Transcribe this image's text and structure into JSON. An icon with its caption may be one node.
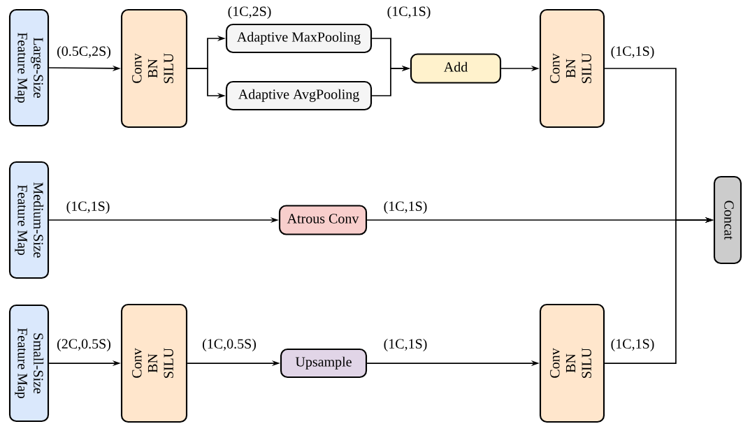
{
  "diagram": {
    "nodes": [
      {
        "text": [
          "Large-Size",
          "Feature Map"
        ]
      },
      {
        "text": [
          "Conv",
          "BN",
          "SILU"
        ]
      },
      {
        "text": [
          "Adaptive MaxPooling"
        ]
      },
      {
        "text": [
          "Adaptive AvgPooling"
        ]
      },
      {
        "text": [
          "Add"
        ]
      },
      {
        "text": [
          "Conv",
          "BN",
          "SILU"
        ]
      },
      {
        "text": [
          "Medium-Size",
          "Feature Map"
        ]
      },
      {
        "text": [
          "Atrous Conv"
        ]
      },
      {
        "text": [
          "Concat"
        ]
      },
      {
        "text": [
          "Small-Size",
          "Feature Map"
        ]
      },
      {
        "text": [
          "Conv",
          "BN",
          "SILU"
        ]
      },
      {
        "text": [
          "Upsample"
        ]
      },
      {
        "text": [
          "Conv",
          "BN",
          "SILU"
        ]
      }
    ],
    "edges": [
      {
        "from": 0,
        "to": 1,
        "arrow": "to",
        "label": "(0.5C,2S)"
      },
      {
        "from": 1,
        "to": 2,
        "arrow": "to",
        "label": "(1C,2S)"
      },
      {
        "from": 1,
        "to": 3,
        "arrow": "to"
      },
      {
        "from": 2,
        "to": 4,
        "arrow": "to",
        "label": "(1C,1S)"
      },
      {
        "from": 3,
        "to": 4,
        "arrow": "to"
      },
      {
        "from": 4,
        "to": 5,
        "arrow": "to"
      },
      {
        "from": 5,
        "to": 8,
        "arrow": "to",
        "label": "(1C,1S)"
      },
      {
        "from": 6,
        "to": 7,
        "arrow": "to",
        "label": "(1C,1S)"
      },
      {
        "from": 7,
        "to": 8,
        "arrow": "to",
        "label": "(1C,1S)"
      },
      {
        "from": 9,
        "to": 10,
        "arrow": "to",
        "label": "(2C,0.5S)"
      },
      {
        "from": 10,
        "to": 11,
        "arrow": "to",
        "label": "(1C,0.5S)"
      },
      {
        "from": 11,
        "to": 12,
        "arrow": "to",
        "label": "(1C,1S)"
      },
      {
        "from": 12,
        "to": 8,
        "arrow": "to",
        "label": "(1C,1S)"
      }
    ]
  }
}
